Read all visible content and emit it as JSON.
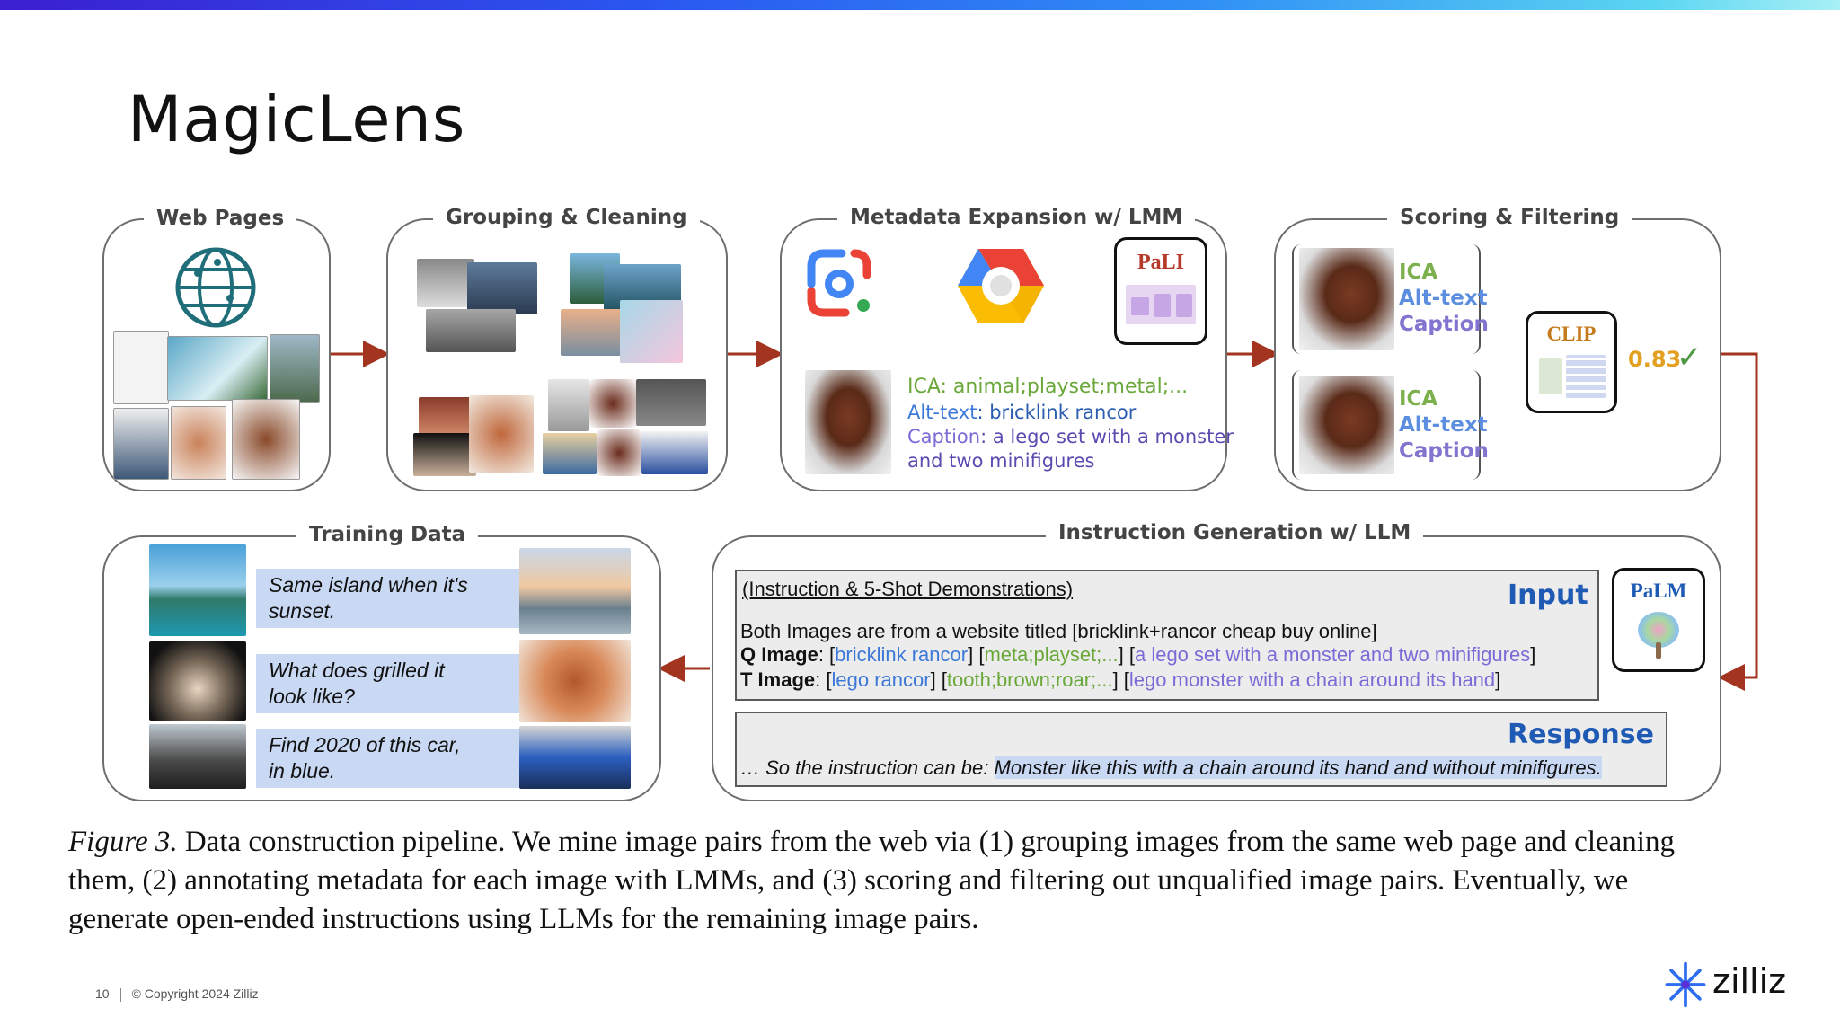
{
  "slide": {
    "title": "MagicLens",
    "page_number": "10",
    "copyright": "© Copyright  2024  Zilliz",
    "brand": "zilliz",
    "accent_gradient": [
      "#3b1fd1",
      "#2f8ef5",
      "#a8f0f5"
    ]
  },
  "diagram": {
    "stages": {
      "web_pages": "Web Pages",
      "grouping": "Grouping & Cleaning",
      "metadata": "Metadata Expansion w/ LMM",
      "scoring": "Scoring & Filtering",
      "training": "Training Data",
      "instruction": "Instruction Generation w/ LLM"
    },
    "models": {
      "pali": "PaLI",
      "clip": "CLIP",
      "palm": "PaLM"
    },
    "metadata_example": {
      "ica_label": "ICA",
      "ica_value": ": animal;playset;metal;...",
      "alt_label": "Alt-text",
      "alt_value": ": bricklink rancor",
      "caption_label": "Caption",
      "caption_value": ": a lego set with a monster",
      "caption_value_2": "and two minifigures"
    },
    "scoring": {
      "labels": [
        "ICA",
        "Alt-text",
        "Caption"
      ],
      "score": "0.83",
      "check": "✓"
    },
    "instruction_box": {
      "header": "(Instruction & 5-Shot Demonstrations)",
      "input_label": "Input",
      "line1": "Both Images are from a website titled [bricklink+rancor cheap buy online]",
      "q_label": "Q Image",
      "q_alt": "bricklink rancor",
      "q_ica": "meta;playset;...",
      "q_caption": "a lego set with a monster and two minifigures",
      "t_label": "T Image",
      "t_alt": "lego rancor",
      "t_ica": "tooth;brown;roar;...",
      "t_caption": "lego monster with a chain around its hand",
      "response_label": "Response",
      "response_prefix": "… So the instruction can be: ",
      "response_text": "Monster like this with a chain around its hand and without minifigures."
    },
    "training_examples": [
      {
        "line1": "Same island when it's",
        "line2": "sunset."
      },
      {
        "line1": "What does grilled it",
        "line2": "look like?"
      },
      {
        "line1": "Find 2020 of this car,",
        "line2": "in blue."
      }
    ]
  },
  "caption": {
    "figure_label": "Figure 3.",
    "line1": " Data construction pipeline. We mine image pairs from the web via (1) grouping images from the same web page and cleaning",
    "line2": "them, (2) annotating metadata for each image with LMMs, and (3) scoring and filtering out unqualified image pairs. Eventually, we",
    "line3": "generate open-ended instructions using LLMs for the remaining image pairs."
  }
}
